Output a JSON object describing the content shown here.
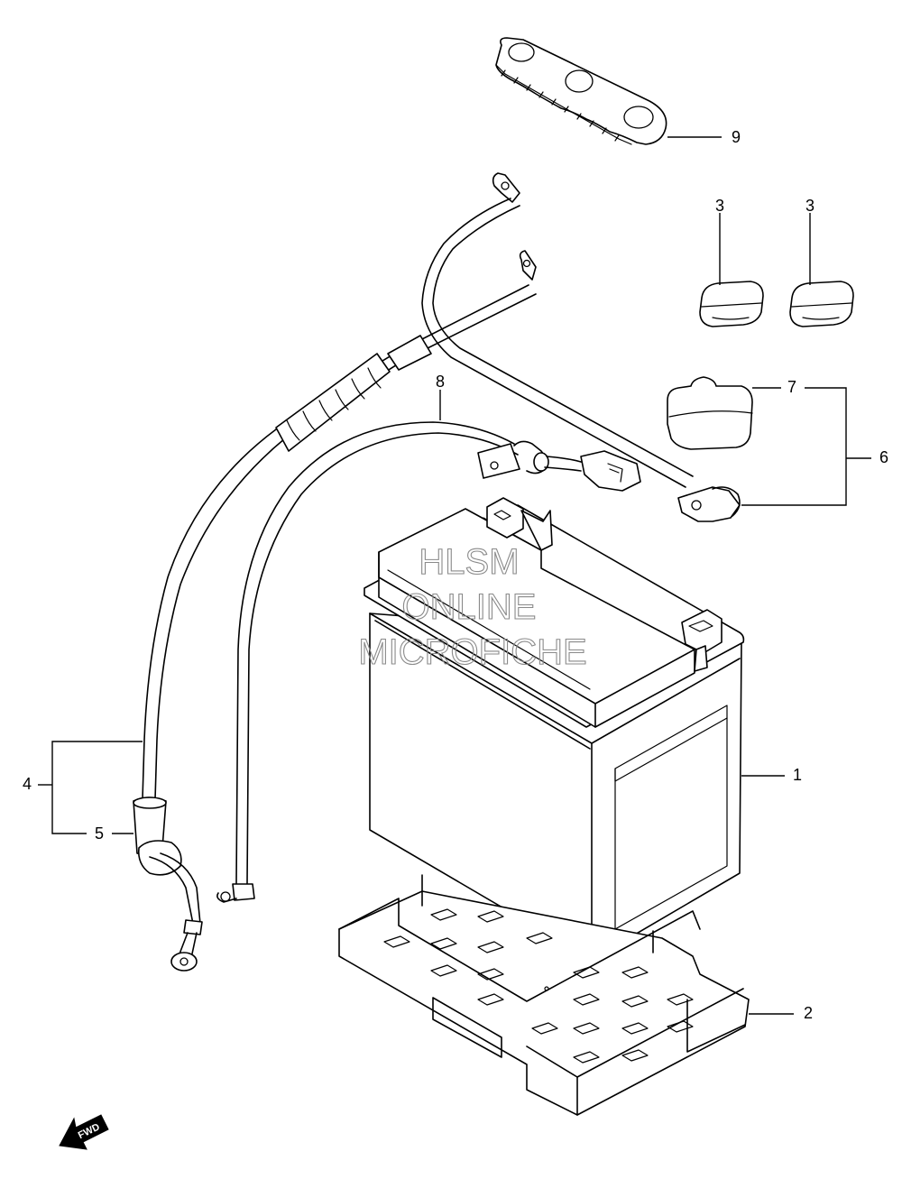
{
  "callouts": {
    "c1": "1",
    "c2": "2",
    "c3a": "3",
    "c3b": "3",
    "c4": "4",
    "c5": "5",
    "c6": "6",
    "c7": "7",
    "c8": "8",
    "c9": "9"
  },
  "watermark": {
    "line1": "HLSM",
    "line2": "ONLINE",
    "line3": "MICROFICHE"
  },
  "fwd_label": "FWD",
  "icons": {
    "fwd": "forward-arrow-icon"
  }
}
